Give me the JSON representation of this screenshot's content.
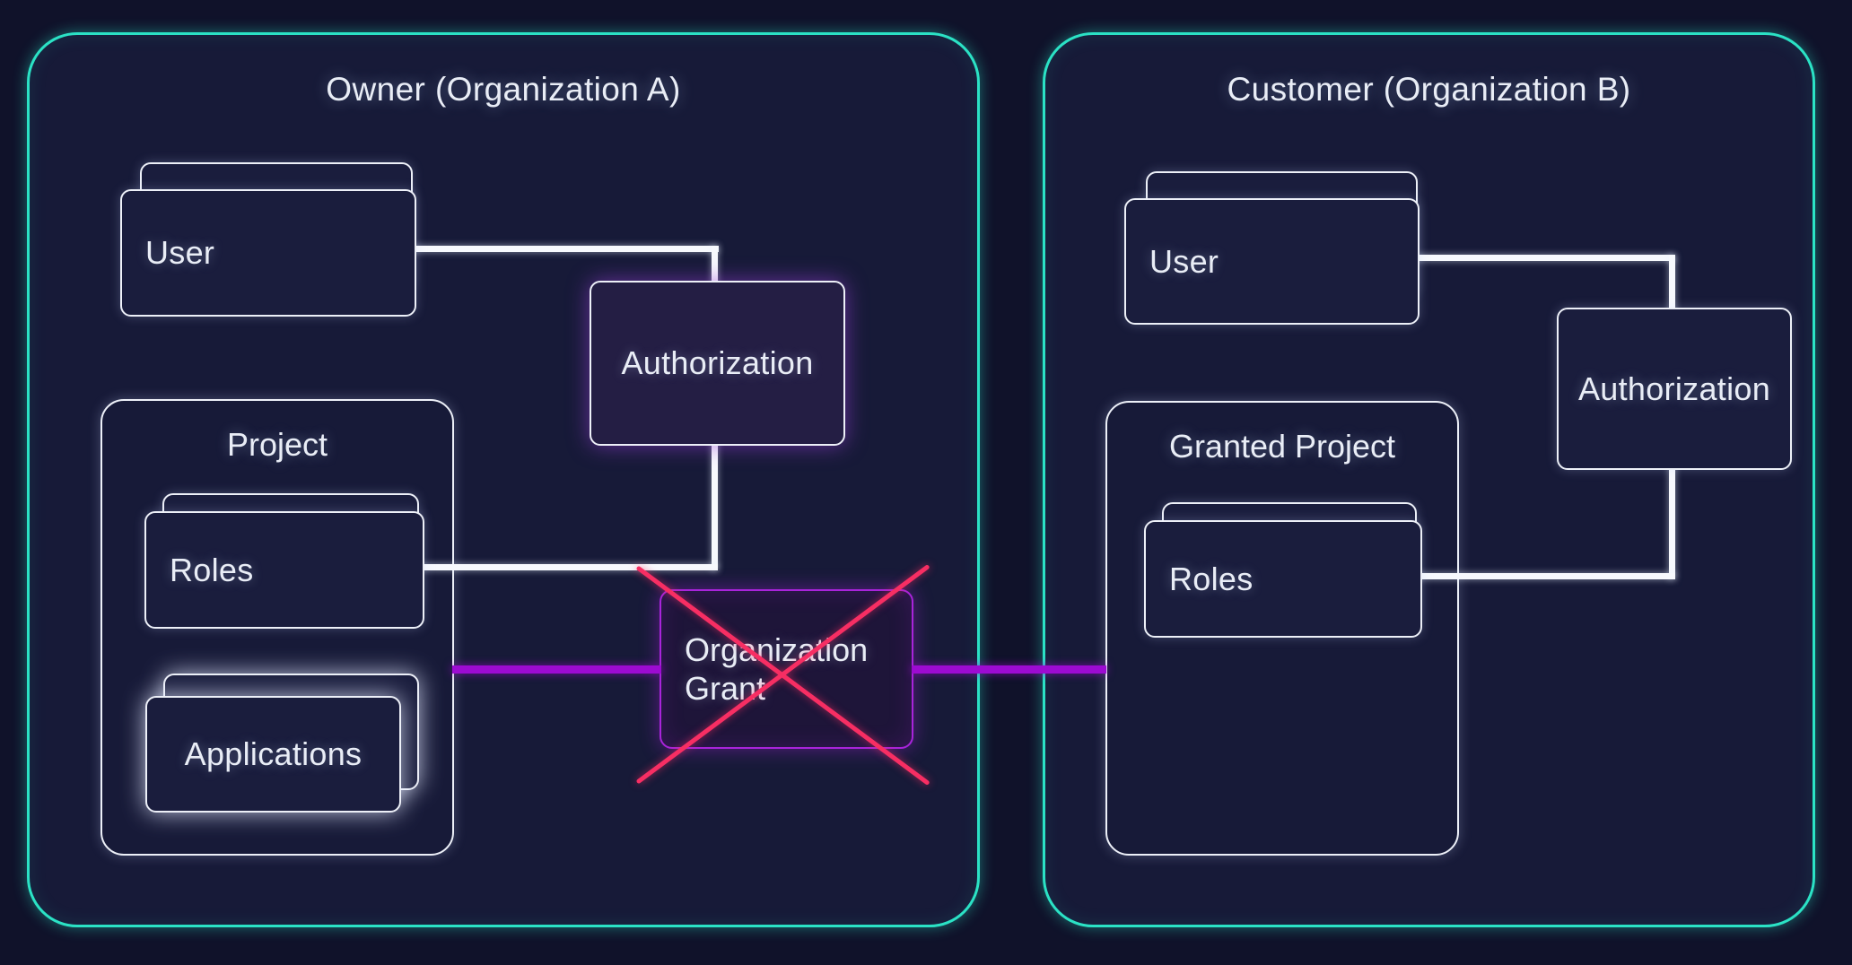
{
  "diagram": {
    "owner": {
      "title": "Owner (Organization A)",
      "user_label": "User",
      "authorization_label": "Authorization",
      "project_title": "Project",
      "roles_label": "Roles",
      "applications_label": "Applications"
    },
    "customer": {
      "title": "Customer (Organization B)",
      "user_label": "User",
      "authorization_label": "Authorization",
      "project_title": "Granted Project",
      "roles_label": "Roles"
    },
    "grant": {
      "label": "Organization Grant",
      "crossed_out": "true"
    },
    "colors": {
      "background": "#10122a",
      "org_fill": "#171a38",
      "org_border": "#2be2c5",
      "box_fill": "#1a1d3d",
      "box_border": "#edf0f8",
      "auth_owner_fill": "#241e44",
      "connector_white": "#f7f9fd",
      "connector_purple": "#9d0bd2",
      "grant_border": "#a824da",
      "grant_fill": "#1e1539",
      "cross_pink": "#f72e63",
      "text": "#e9edf6"
    }
  }
}
